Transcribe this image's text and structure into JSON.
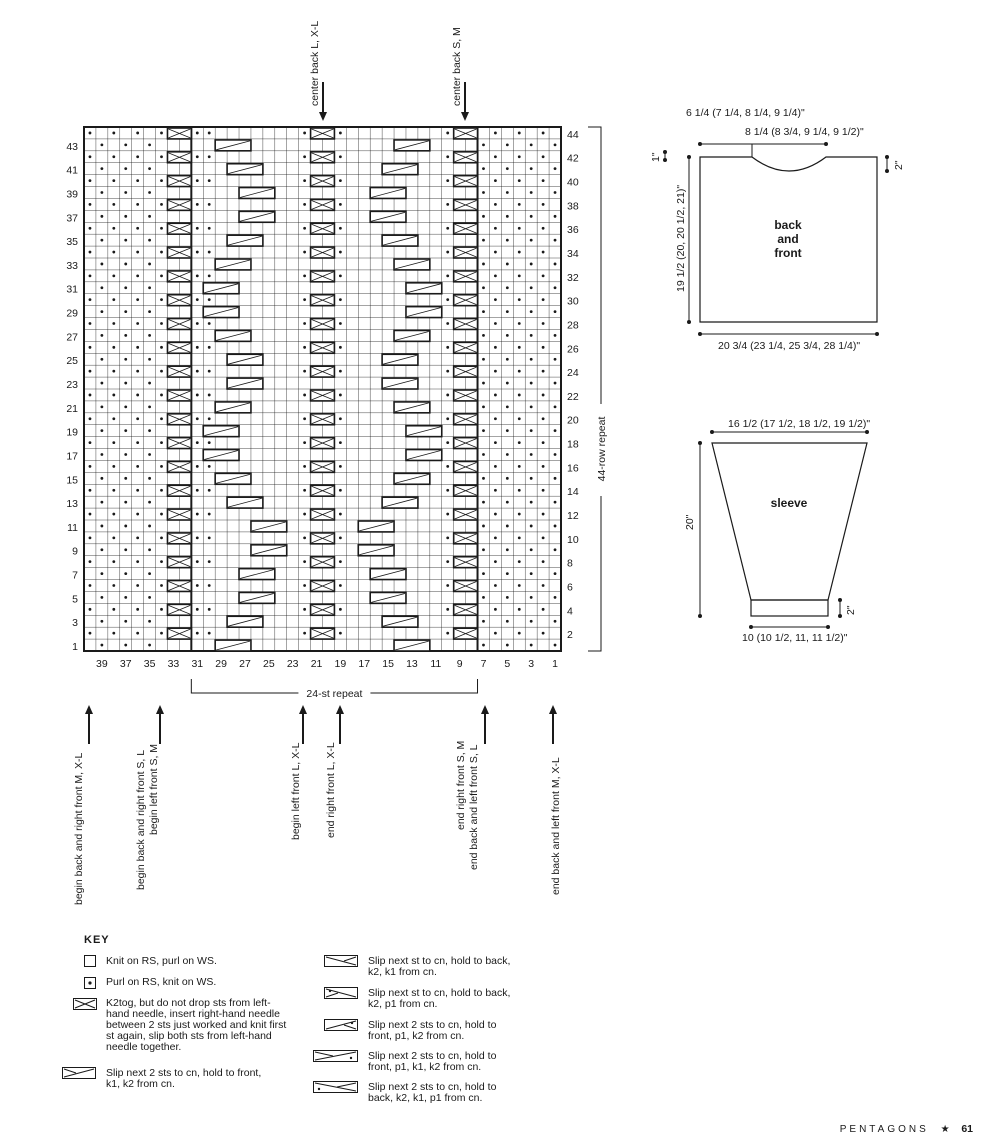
{
  "chart": {
    "top_labels": [
      "center back L, X-L",
      "center back S, M"
    ],
    "left_row_numbers": [
      "1",
      "3",
      "5",
      "7",
      "9",
      "11",
      "13",
      "15",
      "17",
      "19",
      "21",
      "23",
      "25",
      "27",
      "29",
      "31",
      "33",
      "35",
      "37",
      "39",
      "41",
      "43"
    ],
    "right_row_numbers": [
      "2",
      "4",
      "6",
      "8",
      "10",
      "12",
      "14",
      "16",
      "18",
      "20",
      "22",
      "24",
      "26",
      "28",
      "30",
      "32",
      "34",
      "36",
      "38",
      "40",
      "42",
      "44"
    ],
    "bottom_stitch_numbers": [
      "39",
      "37",
      "35",
      "33",
      "31",
      "29",
      "27",
      "25",
      "23",
      "21",
      "19",
      "17",
      "15",
      "13",
      "11",
      "9",
      "7",
      "5",
      "3",
      "1"
    ],
    "repeat_row_label": "44-row repeat",
    "repeat_st_label": "24-st repeat",
    "bottom_labels": [
      "begin back and right front M, X-L",
      "begin back and right front S, L",
      "begin left front S, M",
      "begin left front L, X-L",
      "end right front L, X-L",
      "end right front S, M",
      "end back and left front S, L",
      "end back and left front M, X-L"
    ]
  },
  "key": {
    "title": "KEY",
    "items": [
      "Knit on RS, purl on WS.",
      "Purl on RS, knit on WS.",
      "K2tog, but do not drop sts from left-hand needle, insert right-hand needle between 2 sts just worked and knit first st again, slip both sts from left-hand needle together.",
      "Slip next 2 sts to cn, hold to front, k1, k2 from cn.",
      "Slip next st to cn, hold to back, k2, k1 from cn.",
      "Slip next st to cn, hold to back, k2, p1 from cn.",
      "Slip next 2 sts to cn, hold to front, p1, k2 from cn.",
      "Slip next 2 sts to cn, hold to front, p1, k1, k2 from cn.",
      "Slip next 2 sts to cn, hold to back, k2, k1, p1 from cn."
    ]
  },
  "schematic": {
    "body_neck_width": "6 1/4 (7 1/4, 8 1/4, 9 1/4)\"",
    "body_neck_inner": "8 1/4 (8 3/4, 9 1/4, 9 1/2)\"",
    "body_label": "back and front",
    "body_depth_left": "1\"",
    "body_depth_right": "2\"",
    "body_length": "19 1/2 (20, 20 1/2, 21)\"",
    "body_width": "20 3/4 (23 1/4, 25 3/4, 28 1/4)\"",
    "sleeve_top": "16 1/2 (17 1/2, 18 1/2, 19 1/2)\"",
    "sleeve_label": "sleeve",
    "sleeve_length": "20\"",
    "sleeve_cuff": "2\"",
    "sleeve_bottom": "10 (10 1/2, 11, 11 1/2)\""
  },
  "footer": {
    "section": "PENTAGONS",
    "star": "★",
    "page": "61"
  }
}
